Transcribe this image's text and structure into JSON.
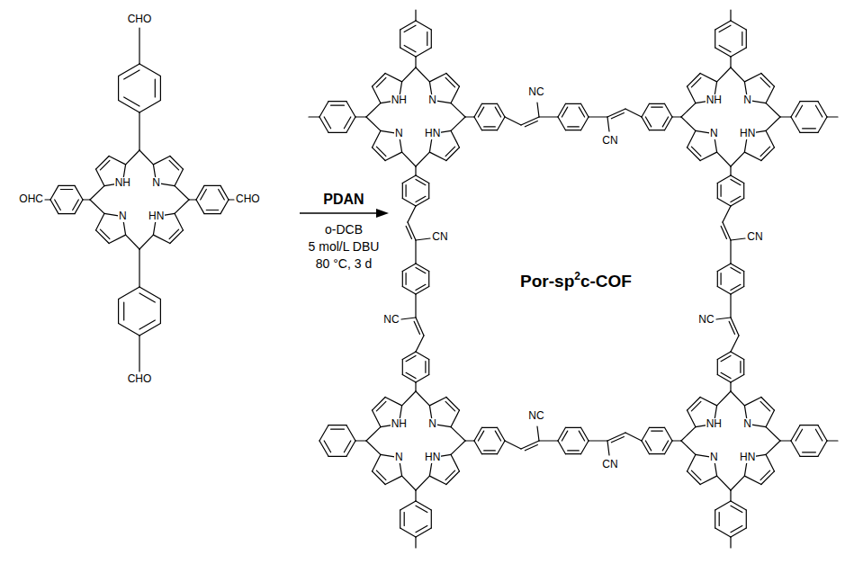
{
  "diagram": {
    "labels": [
      "CHO",
      "OHC",
      "CHO",
      "CHO",
      "NH",
      "N",
      "N",
      "HN",
      "PDAN",
      "o-DCB",
      "5 mol/L DBU",
      "80 °C, 3 d",
      "Por-sp",
      "2",
      "c-COF",
      "NH",
      "N",
      "N",
      "HN",
      "NH",
      "N",
      "N",
      "HN",
      "NC",
      "CN",
      "CN",
      "NC",
      "CN",
      "NC",
      "NH",
      "N",
      "N",
      "HN",
      "NH",
      "N",
      "N",
      "HN",
      "NC",
      "CN"
    ]
  }
}
